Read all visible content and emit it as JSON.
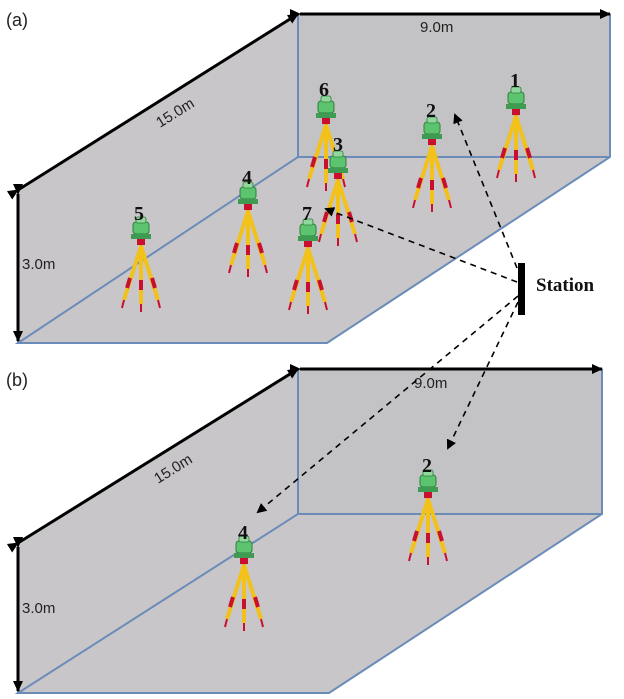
{
  "panels": [
    {
      "label": "(a)",
      "width_label": "9.0m",
      "length_label": "15.0m",
      "height_label": "3.0m",
      "tripods": [
        "1",
        "2",
        "3",
        "4",
        "5",
        "6",
        "7"
      ]
    },
    {
      "label": "(b)",
      "width_label": "9.0m",
      "length_label": "15.0m",
      "height_label": "3.0m",
      "tripods": [
        "2",
        "4"
      ]
    }
  ],
  "station": {
    "label": "Station"
  },
  "colors": {
    "room_fill": "#c8c6c8",
    "room_edge": "#6b8cb8",
    "tripod_leg": "#f2c21b",
    "tripod_accent": "#c8102e",
    "instrument": "#3fae5a"
  }
}
